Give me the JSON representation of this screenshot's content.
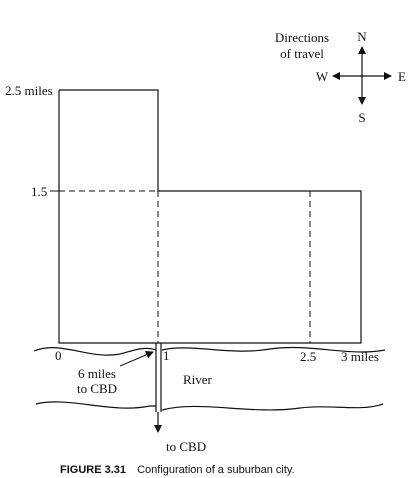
{
  "compass": {
    "title_line1": "Directions",
    "title_line2": "of travel",
    "north": "N",
    "south": "S",
    "east": "E",
    "west": "W"
  },
  "y_axis_labels": {
    "top": "2.5 miles",
    "mid": "1.5"
  },
  "x_axis_labels": {
    "zero": "0",
    "one": "1",
    "two_five": "2.5",
    "three": "3 miles"
  },
  "annotations": {
    "cbd_distance_line1": "6 miles",
    "cbd_distance_line2": "to CBD",
    "river": "River",
    "to_cbd": "to CBD"
  },
  "caption": {
    "label": "FIGURE 3.31",
    "text": "Configuration of a suburban city."
  }
}
